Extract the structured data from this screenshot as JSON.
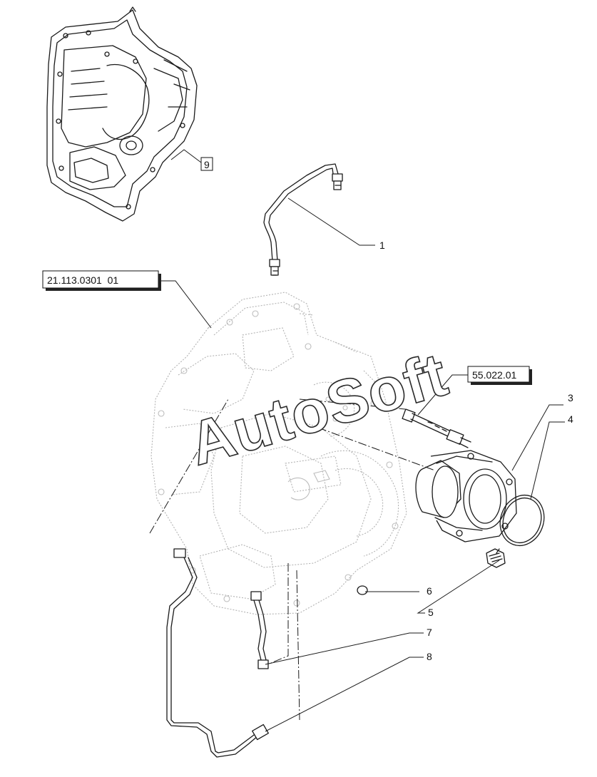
{
  "watermark": "AutoSoft",
  "refs": {
    "housing_ref": "21.113.0301  01",
    "sensor_ref": "55.022.01",
    "ref_9": "9"
  },
  "callouts": [
    "1",
    "3",
    "4",
    "5",
    "6",
    "7",
    "8"
  ]
}
